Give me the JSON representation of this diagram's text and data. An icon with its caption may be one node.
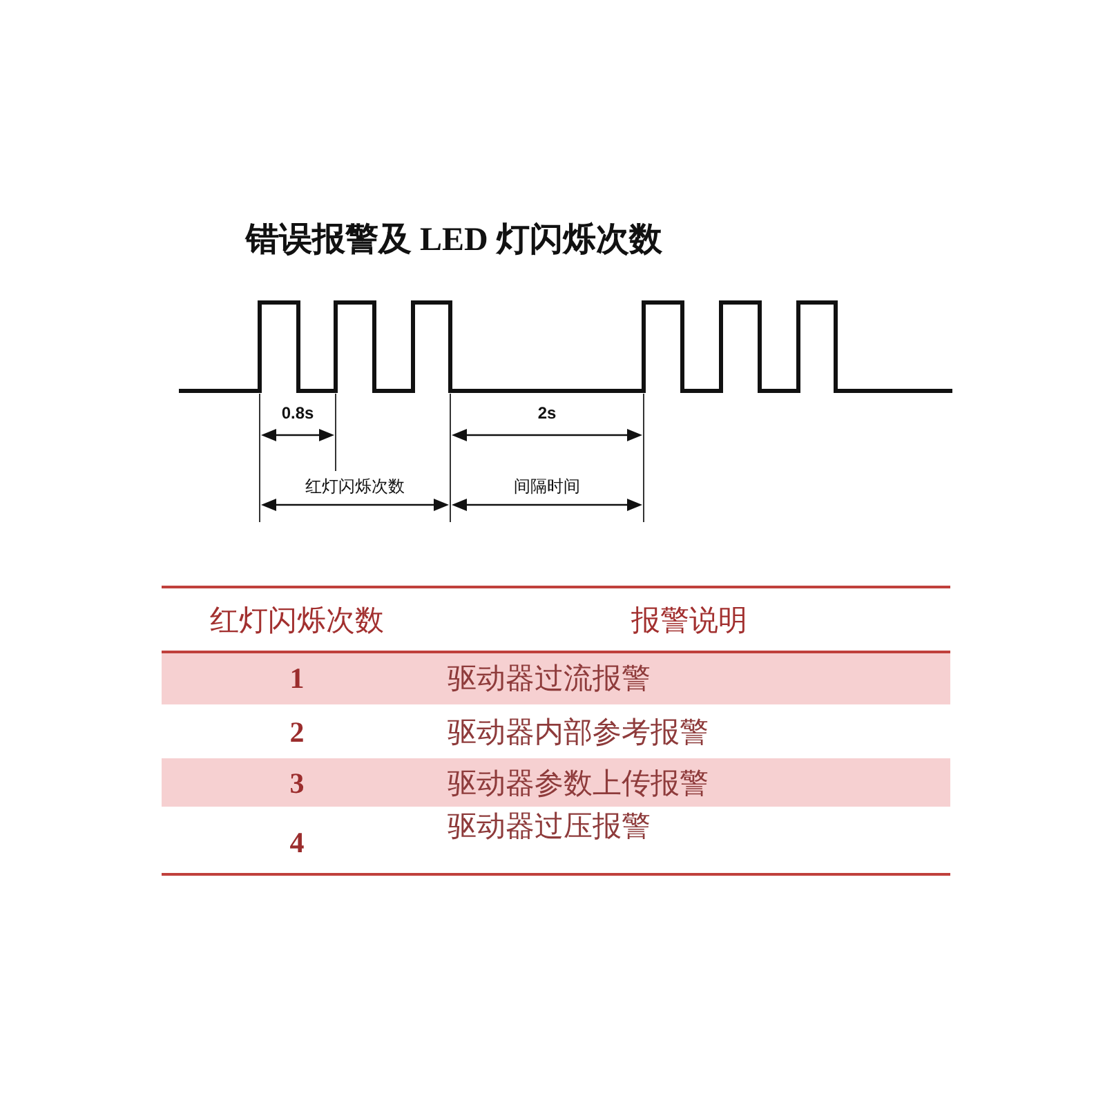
{
  "diagram": {
    "title": "错误报警及 LED 灯闪烁次数",
    "labels": [
      "0.8s",
      "2s",
      "红灯闪烁次数",
      "间隔时间",
      "红灯闪烁次数",
      "报警说明",
      "1",
      "驱动器过流报警",
      "2",
      "驱动器内部参考报警",
      "3",
      "驱动器参数上传报警",
      "4",
      "驱动器过压报警"
    ]
  }
}
